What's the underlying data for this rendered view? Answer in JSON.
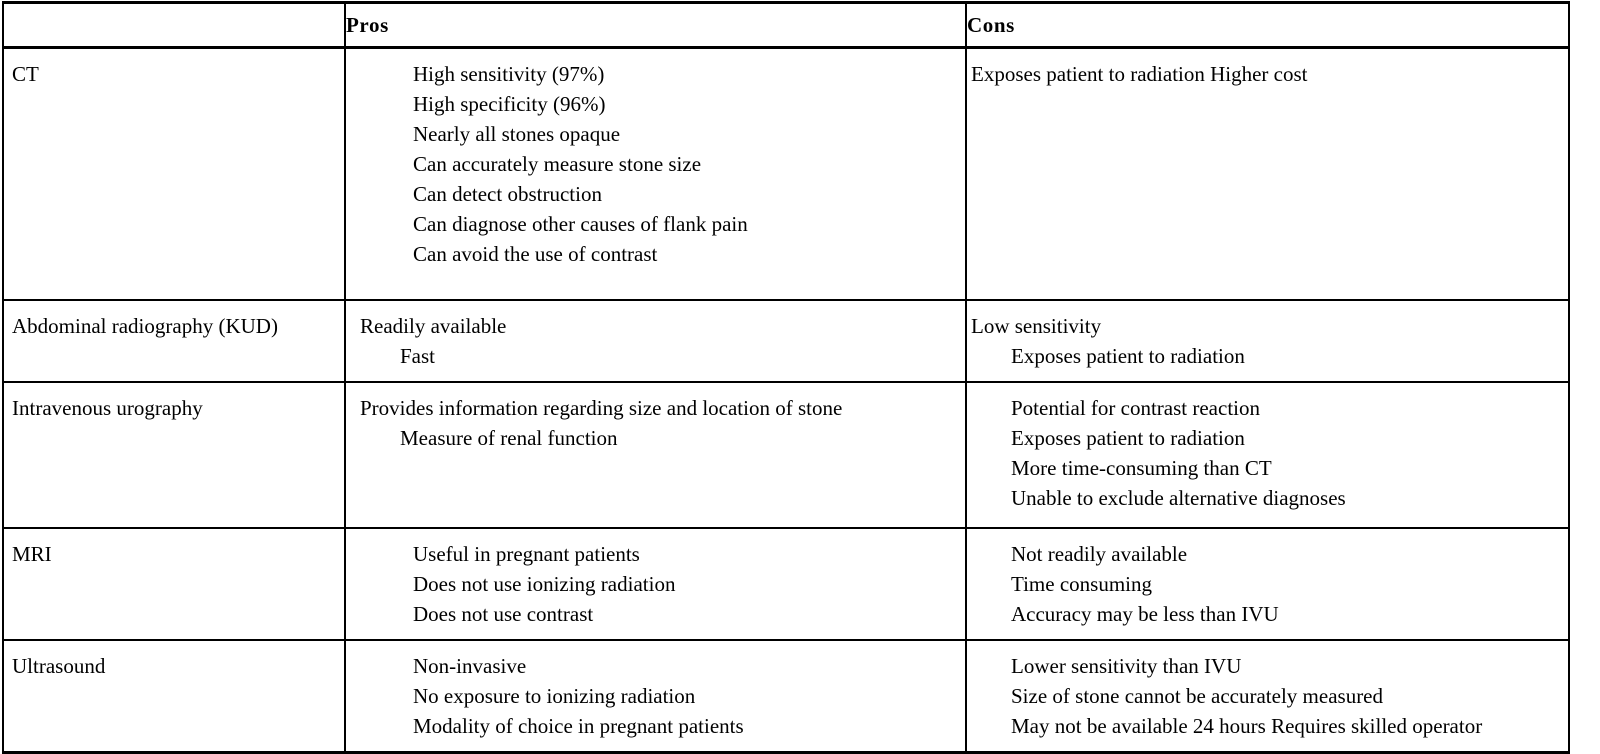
{
  "table": {
    "columns": [
      {
        "key": "modality",
        "header": ""
      },
      {
        "key": "pros",
        "header": "Pros"
      },
      {
        "key": "cons",
        "header": "Cons"
      }
    ],
    "rows": [
      {
        "modality": "CT",
        "pros": [
          {
            "text": "High sensitivity (97%)",
            "indent": 2
          },
          {
            "text": "High specificity (96%)",
            "indent": 2
          },
          {
            "text": "Nearly all stones opaque",
            "indent": 2
          },
          {
            "text": "Can accurately measure stone size",
            "indent": 2
          },
          {
            "text": "Can detect obstruction",
            "indent": 2
          },
          {
            "text": "Can diagnose other causes of flank pain",
            "indent": 2
          },
          {
            "text": "Can avoid the use of contrast",
            "indent": 2
          }
        ],
        "cons": [
          {
            "text": "Exposes patient to radiation Higher cost",
            "indent": 0
          }
        ]
      },
      {
        "modality": "Abdominal radiography (KUD)",
        "pros": [
          {
            "text": "Readily available",
            "indent": 0
          },
          {
            "text": "Fast",
            "indent": 1
          }
        ],
        "cons": [
          {
            "text": "Low sensitivity",
            "indent": 0
          },
          {
            "text": "Exposes patient to radiation",
            "indent": 1
          }
        ]
      },
      {
        "modality": "Intravenous urography",
        "pros": [
          {
            "text": "Provides information regarding size and location of stone",
            "indent": 0
          },
          {
            "text": "Measure of renal function",
            "indent": 1
          }
        ],
        "cons": [
          {
            "text": "Potential for contrast reaction",
            "indent": 1
          },
          {
            "text": "Exposes patient to radiation",
            "indent": 1
          },
          {
            "text": "More time-consuming than CT",
            "indent": 1
          },
          {
            "text": "Unable to exclude alternative diagnoses",
            "indent": 1
          }
        ]
      },
      {
        "modality": "MRI",
        "pros": [
          {
            "text": "Useful in pregnant patients",
            "indent": 2
          },
          {
            "text": "Does not use ionizing radiation",
            "indent": 2
          },
          {
            "text": "Does not use contrast",
            "indent": 2
          }
        ],
        "cons": [
          {
            "text": "Not readily available",
            "indent": 1
          },
          {
            "text": "Time consuming",
            "indent": 1
          },
          {
            "text": "Accuracy may be less than IVU",
            "indent": 1
          }
        ]
      },
      {
        "modality": "Ultrasound",
        "pros": [
          {
            "text": "Non-invasive",
            "indent": 2
          },
          {
            "text": "No exposure to ionizing radiation",
            "indent": 2
          },
          {
            "text": "Modality of choice in pregnant patients",
            "indent": 2
          }
        ],
        "cons": [
          {
            "text": "Lower sensitivity than IVU",
            "indent": 1
          },
          {
            "text": "Size of stone cannot be accurately measured",
            "indent": 1
          },
          {
            "text": "May not be available 24 hours Requires skilled operator",
            "indent": 1
          }
        ]
      }
    ]
  }
}
